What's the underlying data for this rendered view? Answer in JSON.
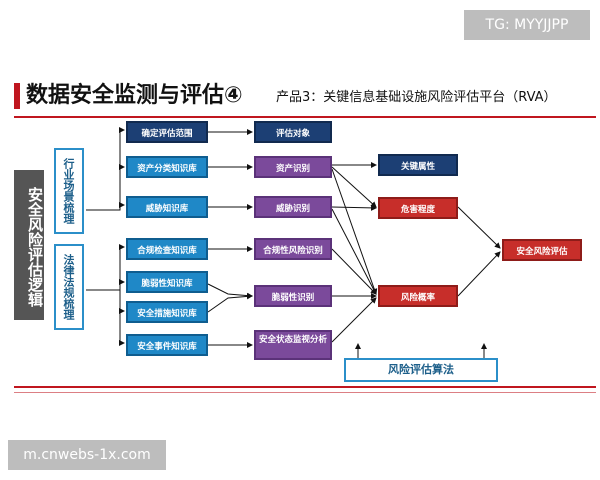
{
  "watermarks": {
    "top_right": "TG: MYYJJPP",
    "bottom_left": "m.cnwebs-1x.com"
  },
  "header": {
    "title": "数据安全监测与评估④",
    "subtitle": "产品3：关键信息基础设施风险评估平台（RVA）"
  },
  "left_label": "安全风险评估逻辑",
  "sources": [
    "行业场景梳理",
    "法律法规梳理"
  ],
  "knowledge": [
    "确定评估范围",
    "资产分类知识库",
    "威胁知识库",
    "合规检查知识库",
    "脆弱性知识库",
    "安全措施知识库",
    "安全事件知识库"
  ],
  "identification": [
    "评估对象",
    "资产识别",
    "威胁识别",
    "合规性风险识别",
    "脆弱性识别",
    "安全状态监视分析"
  ],
  "attributes": [
    "关键属性",
    "危害程度",
    "风险概率"
  ],
  "result": "安全风险评估",
  "algorithm": "风险评估算法",
  "colors": {
    "accent": "#c0161f",
    "blue": "#1f88c7",
    "purple": "#7b4a9b",
    "navy": "#1c3f74",
    "red": "#c72e2a"
  }
}
